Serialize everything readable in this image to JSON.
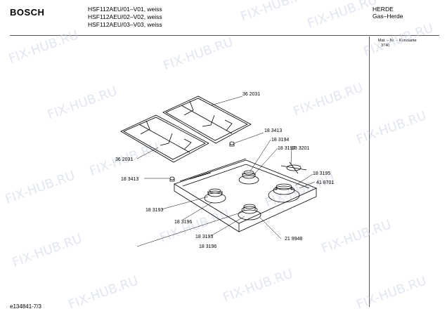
{
  "header": {
    "brand": "BOSCH",
    "models": [
      "HSF112AEU/01–V01, weiss",
      "HSF112AEU/02–V02, weiss",
      "HSF112AEU/03–V03, weiss"
    ],
    "category": "HERDE",
    "subcategory": "Gas–Herde"
  },
  "material_box": {
    "label": "Mat. – Nr. – Konstante",
    "value": "3740"
  },
  "parts": [
    "36 2031",
    "18 3413",
    "18 3194",
    "18 3197",
    "18 3201",
    "36 2031",
    "18 3413",
    "18 3195",
    "41 8701",
    "18 3193",
    "18 3196",
    "18 3193",
    "18 3196",
    "21 9948"
  ],
  "footer": {
    "diagram_id": "e134841-7/3"
  },
  "watermark": "FIX-HUB.RU",
  "colors": {
    "watermark": "#c9d3e6",
    "line": "#000000"
  }
}
